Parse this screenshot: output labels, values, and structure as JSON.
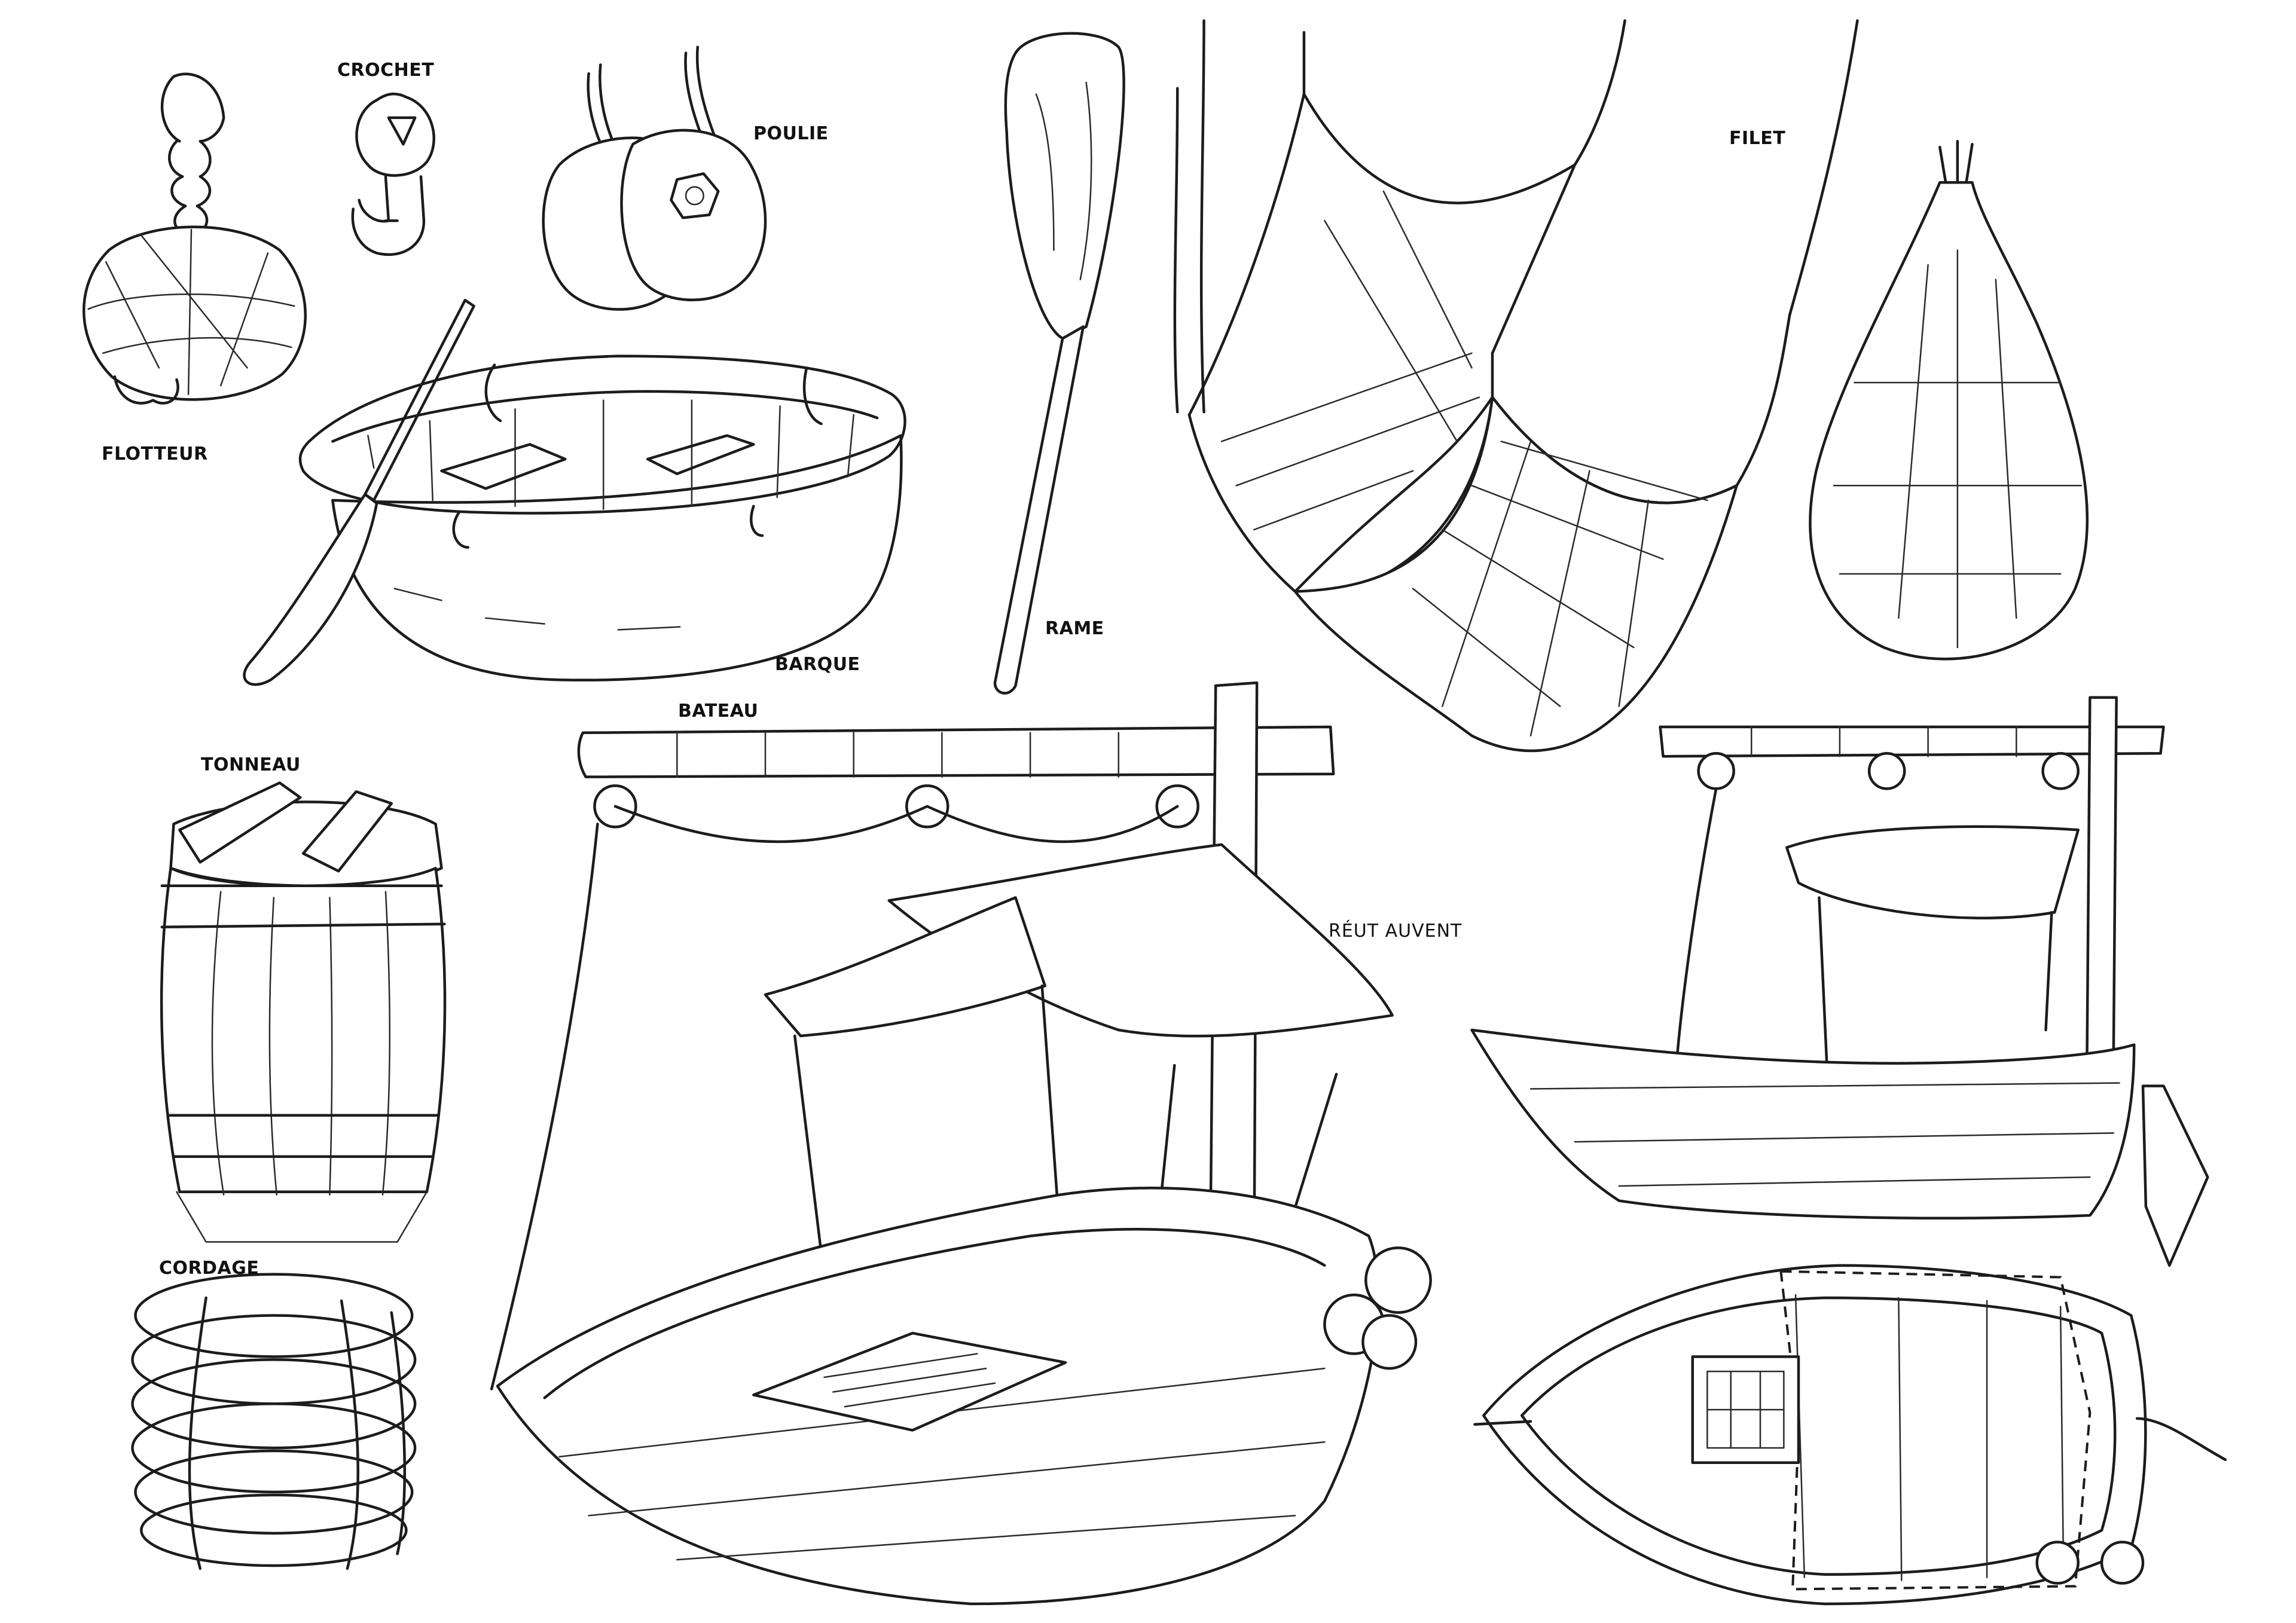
{
  "labels": {
    "flotteur": "FLOTTEUR",
    "crochet": "CROCHET",
    "poulie": "POULIE",
    "rame": "RAME",
    "filet": "FILET",
    "barque": "BARQUE",
    "bateau": "BATEAU",
    "tonneau": "TONNEAU",
    "cordage": "CORDAGE",
    "reut_auvent": "RÉUT AUVENT"
  }
}
